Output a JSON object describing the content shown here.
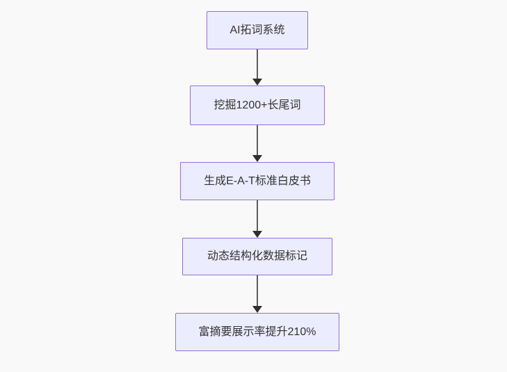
{
  "diagram": {
    "type": "flowchart",
    "direction": "top-down",
    "nodes": [
      {
        "label": "AI拓词系统"
      },
      {
        "label": "挖掘1200+长尾词"
      },
      {
        "label": "生成E-A-T标准白皮书"
      },
      {
        "label": "动态结构化数据标记"
      },
      {
        "label": "富摘要展示率提升210%"
      }
    ],
    "edges": [
      {
        "from": 1,
        "to": 2
      },
      {
        "from": 2,
        "to": 3
      },
      {
        "from": 3,
        "to": 4
      },
      {
        "from": 4,
        "to": 5
      }
    ],
    "colors": {
      "background": "#f9f9f9",
      "node_fill": "#ececff",
      "node_border": "#9370db",
      "node_text": "#333333",
      "edge_line": "#5c5c5c",
      "edge_arrowhead": "#2f2f2f"
    }
  }
}
